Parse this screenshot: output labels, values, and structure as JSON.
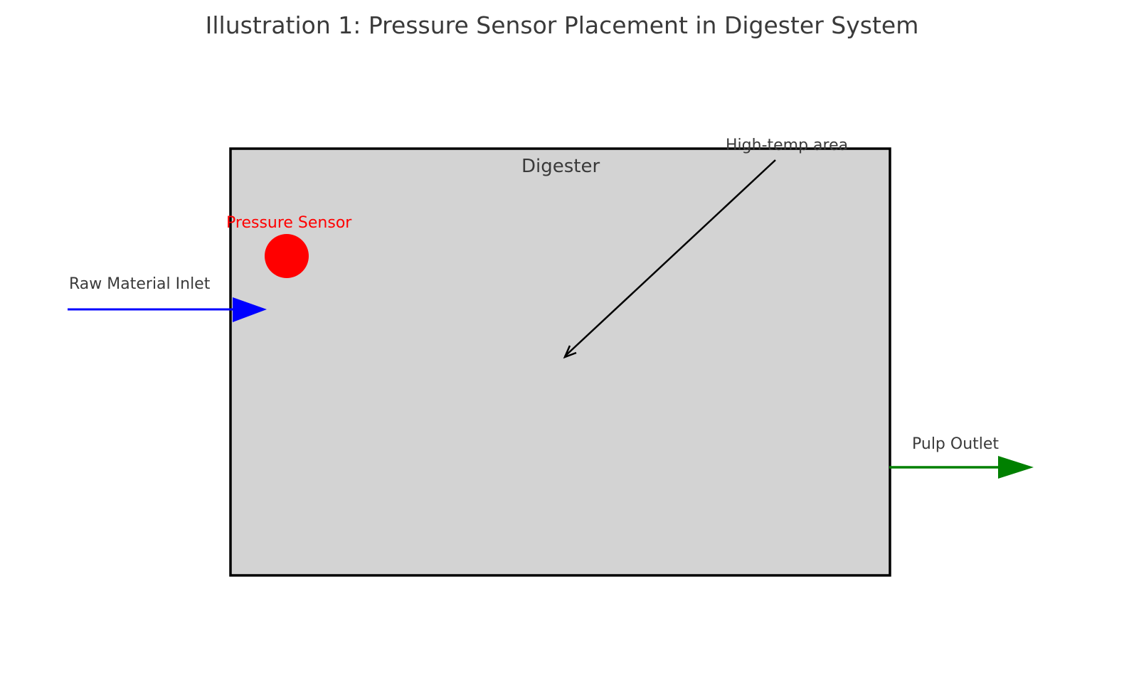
{
  "figure": {
    "title": "Illustration 1: Pressure Sensor Placement in Digester System"
  },
  "labels": {
    "vessel": "Digester",
    "sensor": "Pressure Sensor",
    "inlet": "Raw Material Inlet",
    "outlet": "Pulp Outlet",
    "hot_zone": "High-temp area"
  },
  "colors": {
    "background": "#ffffff",
    "text": "#3a3a3a",
    "sensor_marker": "#ff0000",
    "sensor_label": "#ff0000",
    "inlet_arrow": "#0000ff",
    "outlet_arrow": "#008000",
    "annotation_arrow": "#000000",
    "vessel_fill": "#d3d3d3",
    "vessel_border": "#000000"
  }
}
